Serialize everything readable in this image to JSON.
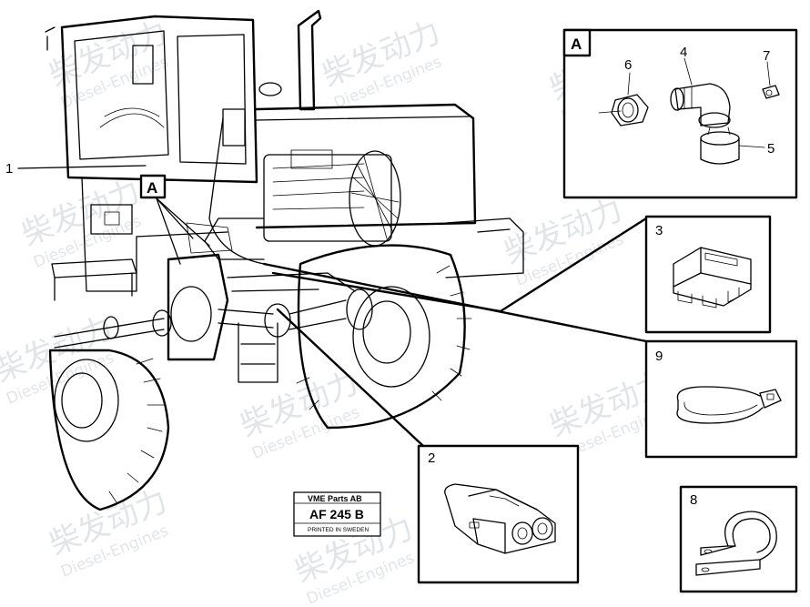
{
  "callouts": {
    "c1": "1",
    "c2": "2",
    "c3": "3",
    "c4": "4",
    "c5": "5",
    "c6": "6",
    "c7": "7",
    "c8": "8",
    "c9": "9"
  },
  "detail_marker": "A",
  "detail_box_label": "A",
  "plate": {
    "line1": "VME Parts AB",
    "code": "AF 245 B",
    "line3": "PRINTED IN SWEDEN"
  },
  "watermark": {
    "cn": "柴发动力",
    "en": "Diesel-Engines"
  }
}
